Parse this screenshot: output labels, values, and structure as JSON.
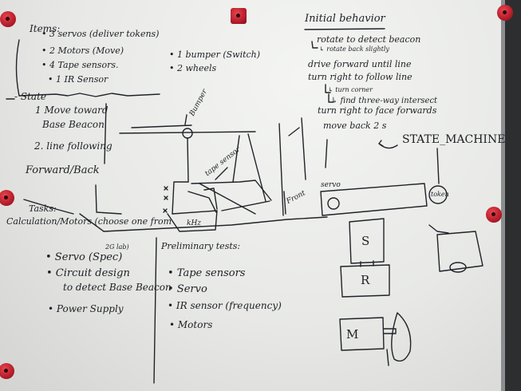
{
  "items": {
    "heading": "Items:",
    "list": [
      "• 3 servos (deliver tokens)",
      "• 2 Motors (Move)",
      "• 4 Tape sensors.",
      "• 1 IR Sensor"
    ],
    "extra": [
      "• 1 bumper (Switch)",
      "• 2 wheels"
    ]
  },
  "states": {
    "heading": "- State",
    "list": [
      "1 Move toward",
      "Base Beacon",
      "2. line following",
      "Forward/Back"
    ]
  },
  "diagram_labels": {
    "bumper": "Bumper",
    "tape_sensor": "tape sensor",
    "front": "Front",
    "khz": "kHz"
  },
  "behavior": {
    "heading": "Initial behavior",
    "steps": [
      "rotate to detect beacon",
      "↳ rotate back slightly",
      "drive forward until line",
      "turn right to follow line",
      "↳ turn corner",
      "↳ find three-way intersect",
      "turn right to face forwards",
      "move back 2 s"
    ],
    "state_machine": "STATE_MACHINE"
  },
  "robot_sketch": {
    "servo": "servo",
    "token": "token",
    "block_s": "S",
    "block_r": "R",
    "block_m": "M"
  },
  "tasks": {
    "heading": "Tasks:",
    "list": [
      "Calculation/Motors (choose one from",
      "2G lab)",
      "• Servo (Spec)",
      "• Circuit design",
      "to detect Base Beacon",
      "• Power Supply"
    ]
  },
  "preliminary": {
    "heading": "Preliminary tests:",
    "list": [
      "• Tape sensors",
      "• Servo",
      "• IR sensor (frequency)",
      "• Motors"
    ]
  },
  "colors": {
    "ink": "#1d1f24",
    "board": "#eceeeb",
    "magnet": "#c1212f",
    "frame": "#2d2e30"
  }
}
